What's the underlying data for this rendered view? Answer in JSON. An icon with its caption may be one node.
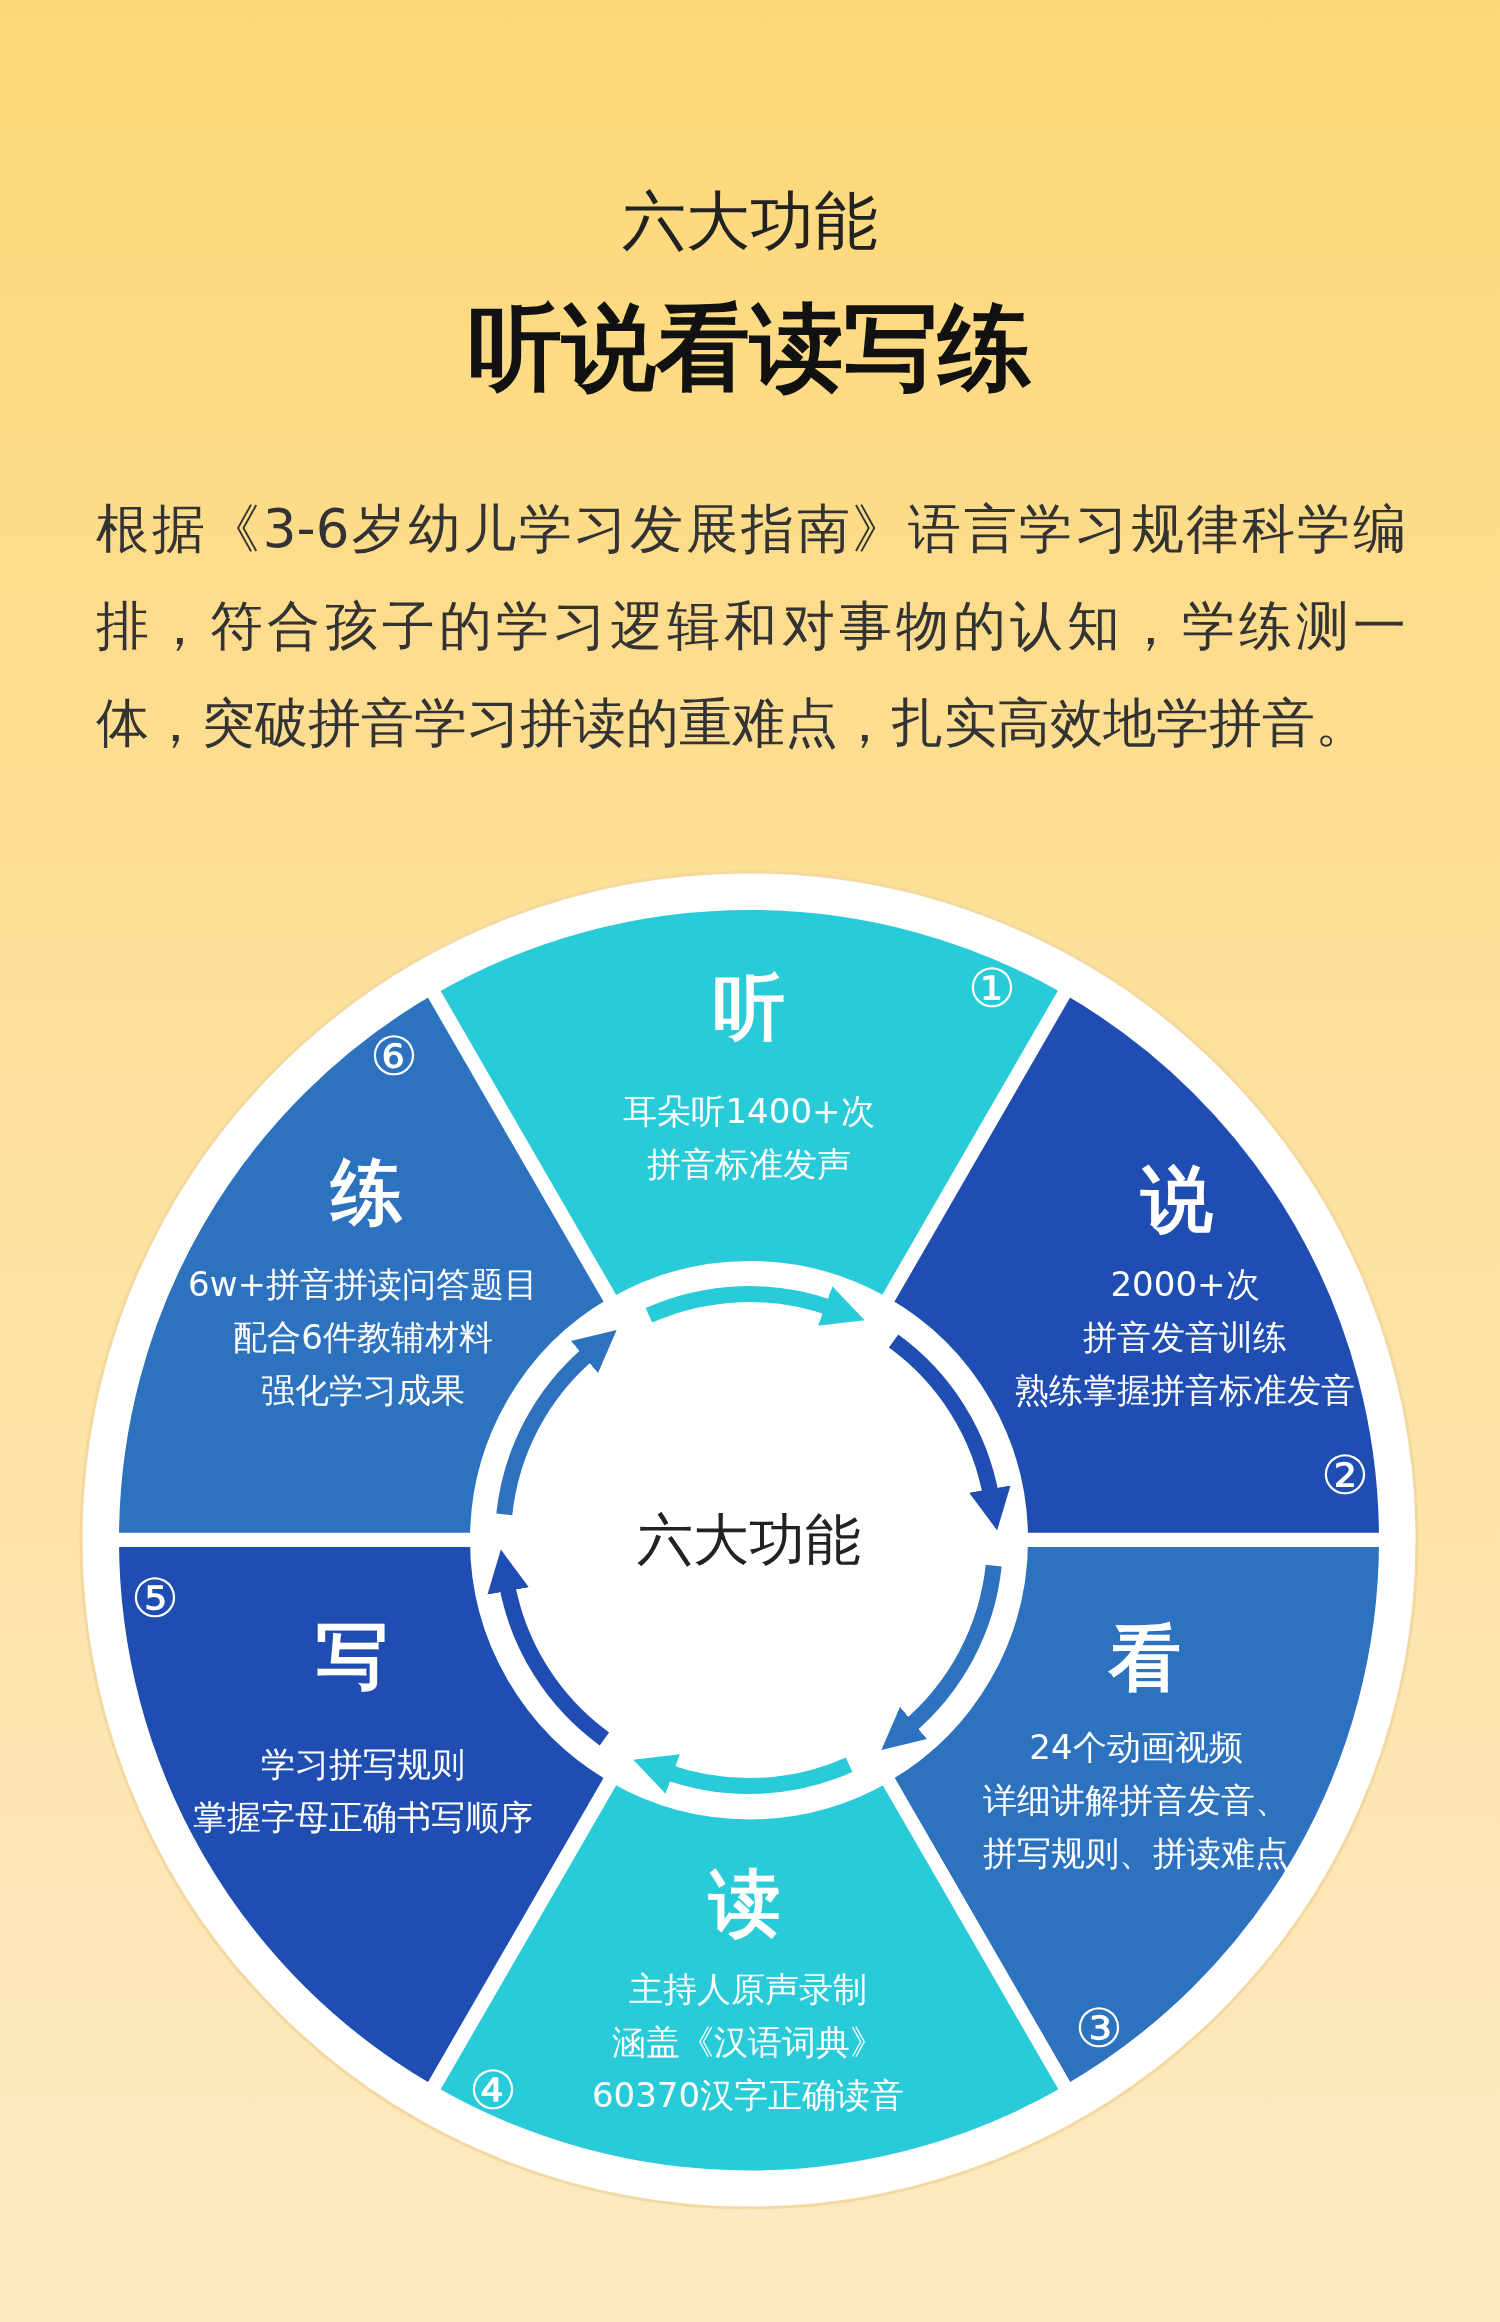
{
  "diagram": {
    "title": "六大功能",
    "labels": [
      "听说看读写练",
      "根据《3-6岁幼儿学习发展指南》语言学习规律科学编排，符合孩子的学习逻辑和对事物的认知，学练测一体，突破拼音学习拼读的重难点，扎实高效地学拼音。"
    ],
    "nodes": [
      {
        "text": [
          "听",
          "耳朵听1400+次",
          "拼音标准发声",
          "①"
        ]
      },
      {
        "text": [
          "说",
          "2000+次",
          "拼音发音训练",
          "熟练掌握拼音标准发音",
          "②"
        ]
      },
      {
        "text": [
          "看",
          "24个动画视频",
          "详细讲解拼音发音、",
          "拼写规则、拼读难点",
          "③"
        ]
      },
      {
        "text": [
          "读",
          "主持人原声录制",
          "涵盖《汉语词典》",
          "60370汉字正确读音",
          "④"
        ]
      },
      {
        "text": [
          "写",
          "学习拼写规则",
          "掌握字母正确书写顺序",
          "⑤"
        ]
      },
      {
        "text": [
          "练",
          "6w+拼音拼读问答题目",
          "配合6件教辅材料",
          "强化学习成果",
          "⑥"
        ]
      },
      {
        "text": [
          "六大功能"
        ]
      }
    ]
  }
}
